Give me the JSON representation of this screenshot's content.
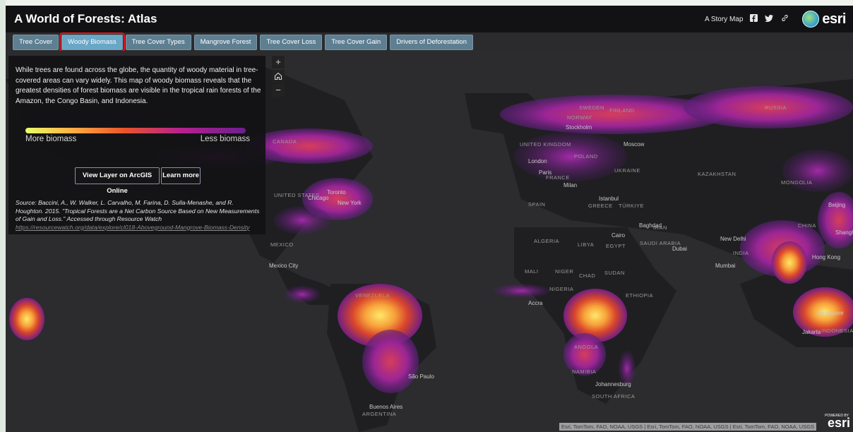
{
  "header": {
    "title": "A World of Forests: Atlas",
    "story_map_label": "A Story Map",
    "icons": [
      "facebook-icon",
      "twitter-icon",
      "link-icon"
    ],
    "brand": "esri"
  },
  "tabs": [
    {
      "label": "Tree Cover",
      "active": false
    },
    {
      "label": "Woody Biomass",
      "active": true
    },
    {
      "label": "Tree Cover Types",
      "active": false
    },
    {
      "label": "Mangrove Forest",
      "active": false
    },
    {
      "label": "Tree Cover Loss",
      "active": false
    },
    {
      "label": "Tree Cover Gain",
      "active": false
    },
    {
      "label": "Drivers of Deforestation",
      "active": false
    }
  ],
  "panel": {
    "description": "While trees are found across the globe, the quantity of woody material in tree-covered areas can vary widely. This map of woody biomass reveals that the greatest densities of forest biomass are visible in the tropical rain forests of the Amazon, the Congo Basin, and Indonesia.",
    "legend_low": "More biomass",
    "legend_high": "Less biomass",
    "view_layer_button": "View Layer on ArcGIS Online",
    "learn_more_button": "Learn more",
    "source_text": "Source: Baccini, A., W. Walker, L. Carvalho, M. Farina, D. Sulla-Menashe, and R. Houghton. 2015. \"Tropical Forests are a Net Carbon Source Based on New Measurements of Gain and Loss.\" Accessed through Resource Watch",
    "source_link": "https://resourcewatch.org/data/explore/cl018-Aboveground-Mangrove-Biomass-Density"
  },
  "zoom": {
    "in": "+",
    "home": "⌂",
    "out": "−"
  },
  "map_labels": {
    "countries": [
      "CANADA",
      "UNITED STATES",
      "MEXICO",
      "NORWAY",
      "SWEDEN",
      "FINLAND",
      "UNITED KINGDOM",
      "POLAND",
      "FRANCE",
      "UKRAINE",
      "SPAIN",
      "GREECE",
      "TÜRKIYE",
      "KAZAKHSTAN",
      "MONGOLIA",
      "CHINA",
      "RUSSIA",
      "IRAN",
      "INDIA",
      "ALGERIA",
      "LIBYA",
      "EGYPT",
      "SAUDI ARABIA",
      "MALI",
      "NIGER",
      "CHAD",
      "SUDAN",
      "NIGERIA",
      "ETHIOPIA",
      "ANGOLA",
      "NAMIBIA",
      "SOUTH AFRICA",
      "ARGENTINA",
      "VENEZUELA",
      "INDONESIA"
    ],
    "cities": [
      "Toronto",
      "Chicago",
      "New York",
      "Mexico City",
      "Stockholm",
      "Moscow",
      "London",
      "Paris",
      "Milan",
      "Istanbul",
      "Baghdad",
      "Cairo",
      "Dubai",
      "New Delhi",
      "Mumbai",
      "Hong Kong",
      "Beijing",
      "Shanghai",
      "Accra",
      "Johannesburg",
      "São Paulo",
      "Buenos Aires",
      "Jakarta",
      "Singapore"
    ]
  },
  "attribution": "Esri, TomTom, FAO, NOAA, USGS | Esri, TomTom, FAO, NOAA, USGS | Esri, TomTom, FAO, NOAA, USGS",
  "powered_by": "POWERED BY",
  "powered_brand": "esri",
  "colors": {
    "accent_red": "#e4161c",
    "tab": "#5e7f92",
    "tab_active": "#6aa7c7",
    "header": "#121214"
  }
}
